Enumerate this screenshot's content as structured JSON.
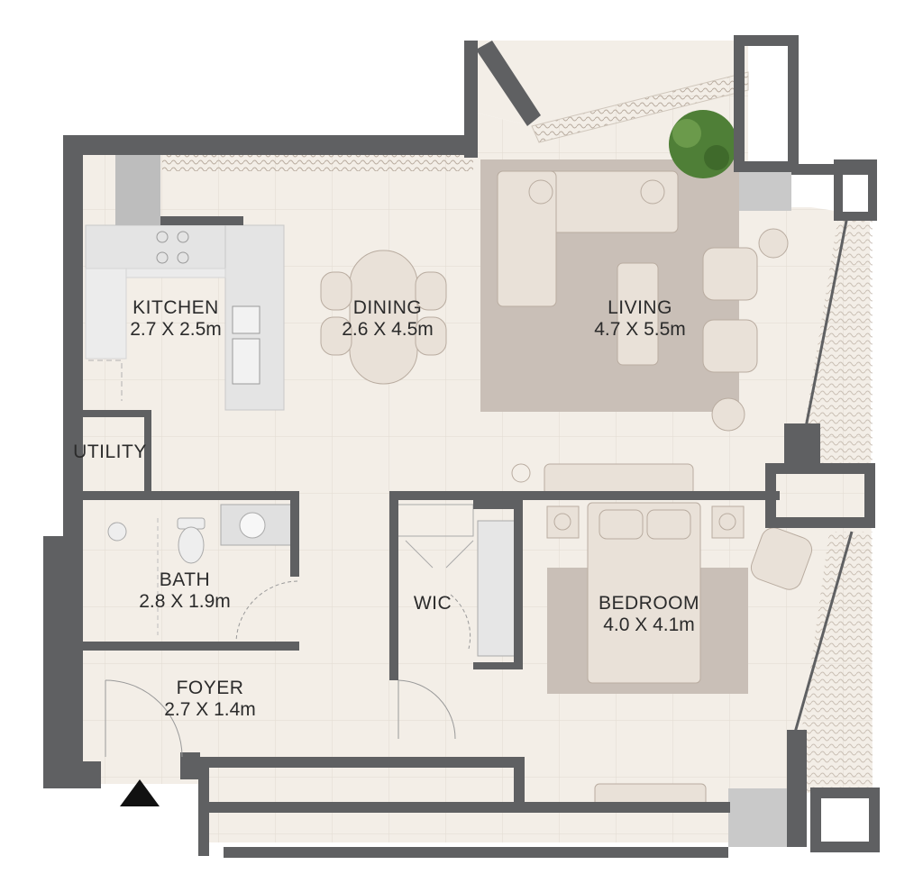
{
  "plan": {
    "rooms": [
      {
        "id": "kitchen",
        "name": "KITCHEN",
        "dims": "2.7 X 2.5m"
      },
      {
        "id": "dining",
        "name": "DINING",
        "dims": "2.6 X 4.5m"
      },
      {
        "id": "living",
        "name": "LIVING",
        "dims": "4.7 X 5.5m"
      },
      {
        "id": "utility",
        "name": "UTILITY",
        "dims": ""
      },
      {
        "id": "bath",
        "name": "BATH",
        "dims": "2.8 X 1.9m"
      },
      {
        "id": "wic",
        "name": "WIC",
        "dims": ""
      },
      {
        "id": "bedroom",
        "name": "BEDROOM",
        "dims": "4.0 X 4.1m"
      },
      {
        "id": "foyer",
        "name": "FOYER",
        "dims": "2.7 X 1.4m"
      }
    ],
    "colors": {
      "wall": "#5f6062",
      "floor": "#f3eee7",
      "tile_line": "#e2dbd1",
      "rug": "#c9bfb7",
      "furniture": "#e9e1d8",
      "furniture_stroke": "#b9aca0",
      "counter": "#e4e4e4",
      "plant": "#4f7f37",
      "glass": "#dcdcdc"
    },
    "icons": {
      "entrance": "entrance-arrow-icon"
    }
  }
}
